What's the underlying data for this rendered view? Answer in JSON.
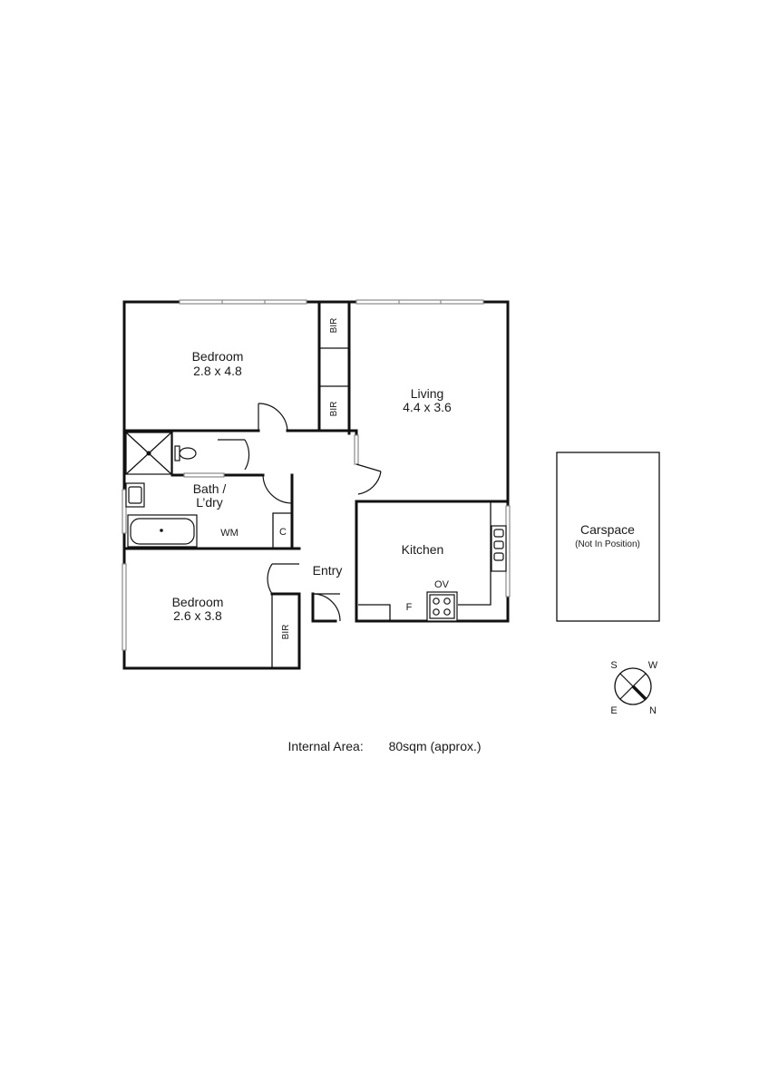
{
  "rooms": {
    "bedroom1": {
      "name": "Bedroom",
      "dims": "2.8 x 4.8"
    },
    "living": {
      "name": "Living",
      "dims": "4.4 x 3.6"
    },
    "bath": {
      "name_line1": "Bath /",
      "name_line2": "L’dry"
    },
    "bedroom2": {
      "name": "Bedroom",
      "dims": "2.6 x 3.8"
    },
    "kitchen": {
      "name": "Kitchen"
    },
    "entry": {
      "name": "Entry"
    }
  },
  "fixtures": {
    "bir": "BIR",
    "wm": "WM",
    "c": "C",
    "ov": "OV",
    "f": "F"
  },
  "carspace": {
    "name": "Carspace",
    "note": "(Not In Position)"
  },
  "compass": {
    "s": "S",
    "w": "W",
    "e": "E",
    "n": "N"
  },
  "area": {
    "label": "Internal Area:",
    "value": "80sqm (approx.)"
  }
}
